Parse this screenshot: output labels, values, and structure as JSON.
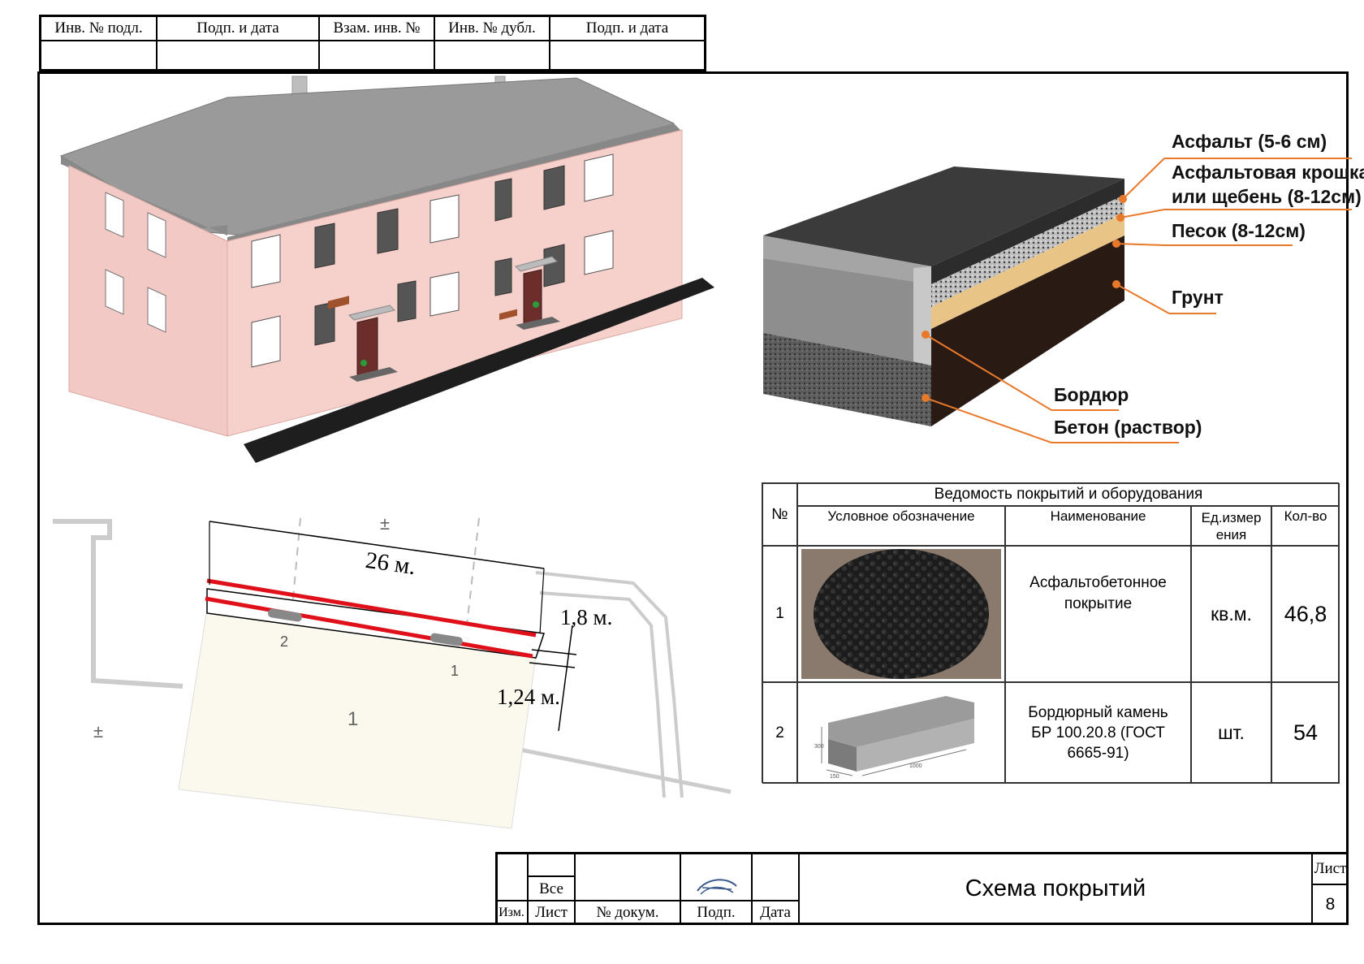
{
  "top_stamp": [
    "Инв. № подл.",
    "Подп. и дата",
    "Взам. инв. №",
    "Инв. № дубл.",
    "Подп. и дата"
  ],
  "layers": {
    "asphalt": "Асфальт (5-6 см)",
    "crumb_1": "Асфальтовая крошка",
    "crumb_2": "или щебень (8-12см)",
    "sand": "Песок (8-12см)",
    "soil": "Грунт",
    "curb": "Бордюр",
    "concrete": "Бетон (раствор)"
  },
  "plan": {
    "dim_length": "26 м.",
    "dim_width": "1,8 м.",
    "dim_offset": "1,24 м.",
    "marker_2": "2",
    "marker_1": "1",
    "area_label": "1"
  },
  "table": {
    "title": "Ведомость покрытий и оборудования",
    "headers": {
      "num": "№",
      "symbol": "Условное обозначение",
      "name": "Наименование",
      "unit": "Ед.измер ения",
      "qty": "Кол-во"
    },
    "rows": [
      {
        "num": "1",
        "name": "Асфальтобетонное покрытие",
        "unit": "кв.м.",
        "qty": "46,8"
      },
      {
        "num": "2",
        "name": "Бордюрный камень БР 100.20.8  (ГОСТ 6665-91)",
        "unit": "шт.",
        "qty": "54"
      }
    ],
    "curb_dims": {
      "h": "300",
      "l": "1000",
      "w": "150"
    }
  },
  "title_block": {
    "title": "Схема покрытий",
    "sheet_label": "Лист",
    "sheet_num": "8",
    "vse": "Все",
    "cols": [
      "Изм.",
      "Лист",
      "№ докум.",
      "Подп.",
      "Дата"
    ]
  }
}
